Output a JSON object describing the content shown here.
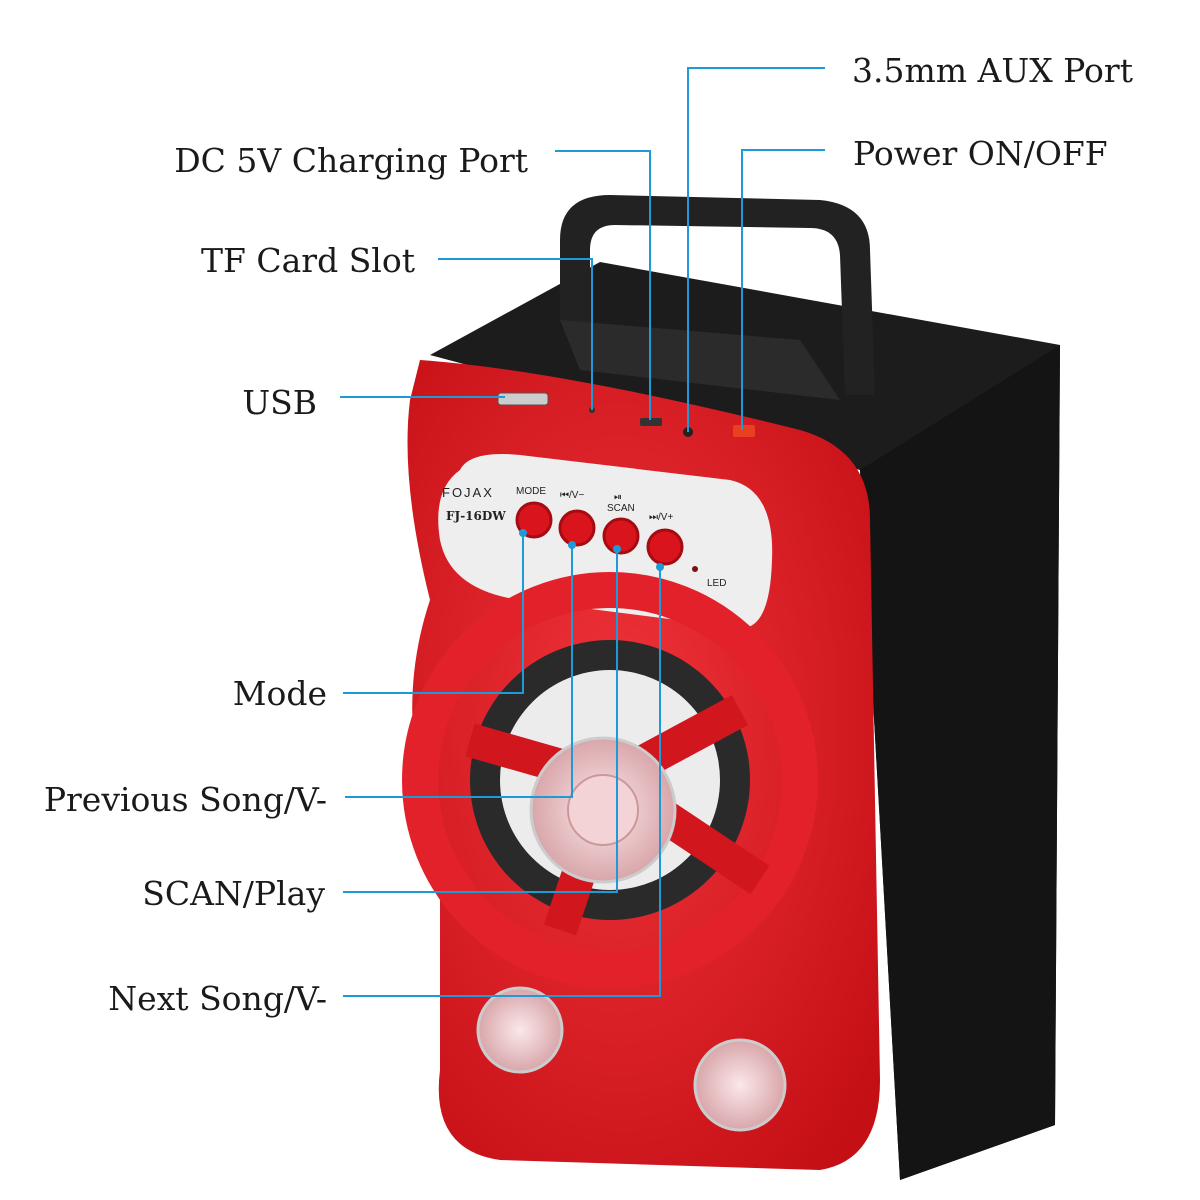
{
  "labels": {
    "aux": "3.5mm AUX Port",
    "power": "Power ON/OFF",
    "dc": "DC 5V Charging Port",
    "tf": "TF Card Slot",
    "usb": "USB",
    "mode": "Mode",
    "prev": "Previous Song/V-",
    "scan": "SCAN/Play",
    "next": "Next Song/V-"
  },
  "panel": {
    "brand": "FOJAX",
    "model": "FJ-16DW",
    "btn_mode": "MODE",
    "btn_prev": "⏮/V−",
    "btn_scan_icon": "⏯",
    "btn_scan": "SCAN",
    "btn_next": "⏭/V+",
    "led": "LED"
  },
  "colors": {
    "leader": "#1e9ad6",
    "body": "#e0161e",
    "cabinet": "#1c1c1c"
  }
}
